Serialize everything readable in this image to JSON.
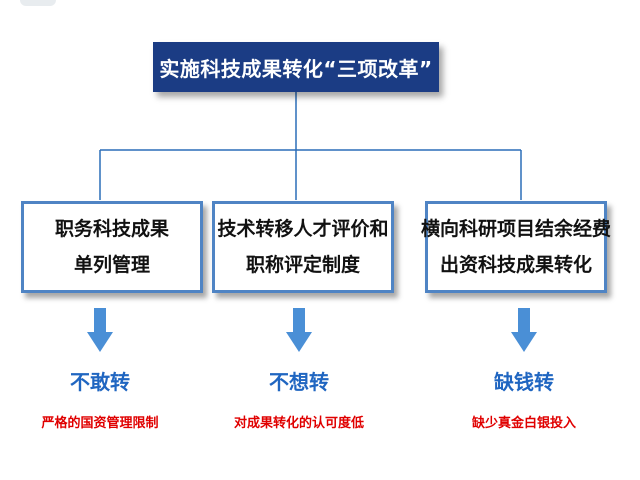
{
  "title": "实施科技成果转化“三项改革”",
  "colors": {
    "title_bg": "#1b3c84",
    "box_border": "#4f84c4",
    "connector": "#2b6db8",
    "arrow": "#4a8fd6",
    "outcome_text": "#2066c1",
    "reason_text": "#e00000"
  },
  "branches": [
    {
      "line1": "职务科技成果",
      "line2": "单列管理",
      "outcome": "不敢转",
      "reason": "严格的国资管理限制"
    },
    {
      "line1": "技术转移人才评价和",
      "line2": "职称评定制度",
      "outcome": "不想转",
      "reason": "对成果转化的认可度低"
    },
    {
      "line1": "横向科研项目结余经费",
      "line2": "出资科技成果转化",
      "outcome": "缺钱转",
      "reason": "缺少真金白银投入"
    }
  ]
}
